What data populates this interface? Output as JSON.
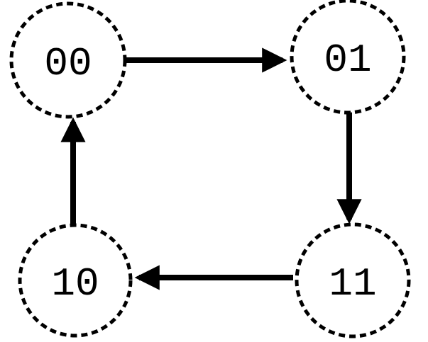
{
  "diagram": {
    "type": "state-diagram",
    "description": "Two-bit Gray code counter state cycle",
    "background_color": "#ffffff",
    "ink_color": "#000000",
    "nodes": {
      "top_left": {
        "label": "00"
      },
      "top_right": {
        "label": "01"
      },
      "bottom_left": {
        "label": "10"
      },
      "bottom_right": {
        "label": "11"
      }
    },
    "edges": [
      {
        "from": "00",
        "to": "01",
        "direction": "right"
      },
      {
        "from": "01",
        "to": "11",
        "direction": "down"
      },
      {
        "from": "11",
        "to": "10",
        "direction": "left"
      },
      {
        "from": "10",
        "to": "00",
        "direction": "up"
      }
    ]
  }
}
